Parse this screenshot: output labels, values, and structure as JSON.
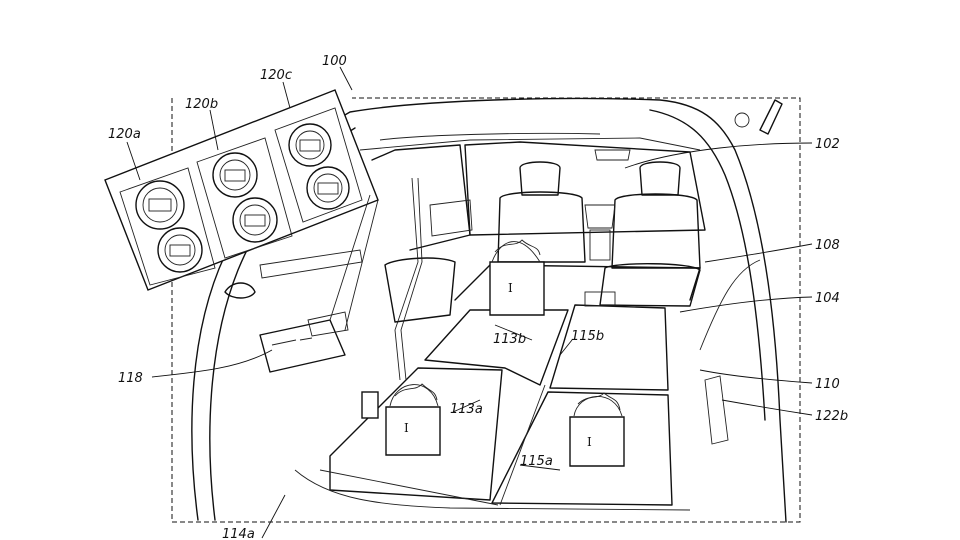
{
  "figure": {
    "labels": {
      "l100": "100",
      "l102": "102",
      "l104": "104",
      "l108": "108",
      "l110": "110",
      "l113a": "113a",
      "l113b": "113b",
      "l114a": "114a",
      "l115a": "115a",
      "l115b": "115b",
      "l118": "118",
      "l120a": "120a",
      "l120b": "120b",
      "l120c": "120c",
      "l122b": "122b"
    },
    "bag_mark": "I"
  }
}
